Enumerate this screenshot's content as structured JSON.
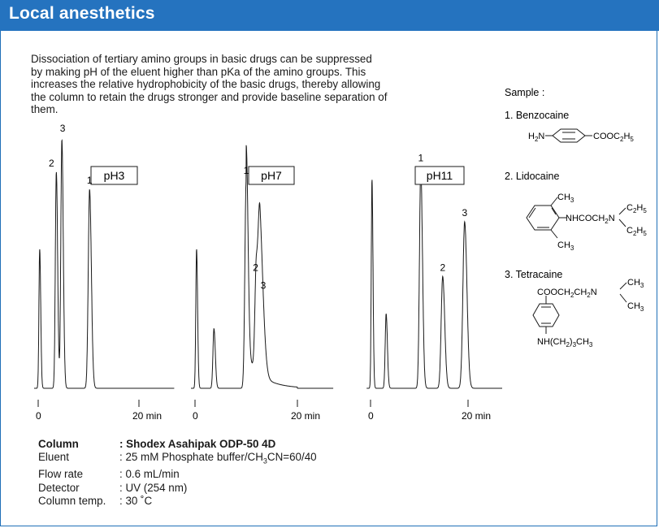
{
  "header": {
    "title": "Local anesthetics"
  },
  "intro": [
    "Dissociation of tertiary amino groups in basic drugs can be suppressed",
    "by making pH of the eluent higher than pKa of the amino groups. This",
    "increases the relative hydrophobicity of the basic drugs, thereby allowing",
    "the column to retain the drugs stronger and provide baseline separation of",
    "them."
  ],
  "sample": {
    "title": "Sample :",
    "items": [
      {
        "label": "1. Benzocaine",
        "structure": [
          "H2N",
          "COOC2H5"
        ]
      },
      {
        "label": "2. Lidocaine",
        "structure": [
          "CH3",
          "NHCOCH2N",
          "C2H5",
          "C2H5",
          "CH3"
        ]
      },
      {
        "label": "3. Tetracaine",
        "structure": [
          "COOCH2CH2N",
          "CH3",
          "CH3",
          "NH(CH2)3CH3"
        ]
      }
    ]
  },
  "chart_data": [
    {
      "type": "line",
      "title": "pH3",
      "x_unit": "min",
      "xlim": [
        0,
        27
      ],
      "x_ticks": [
        0,
        20
      ],
      "x_tick_labels": [
        "0",
        "20 min"
      ],
      "y_axis": "none",
      "peaks": [
        {
          "label": "0",
          "x": 0.3,
          "height": 0.56,
          "shown_label": false
        },
        {
          "label": "2",
          "x": 3.6,
          "height": 0.87
        },
        {
          "label": "3",
          "x": 4.7,
          "height": 1.0
        },
        {
          "label": "1",
          "x": 10.2,
          "height": 0.8
        }
      ]
    },
    {
      "type": "line",
      "title": "pH7",
      "x_unit": "min",
      "xlim": [
        0,
        27
      ],
      "x_ticks": [
        0,
        20
      ],
      "x_tick_labels": [
        "0",
        "20 min"
      ],
      "y_axis": "none",
      "peaks": [
        {
          "label": "0",
          "x": 0.3,
          "height": 0.56,
          "shown_label": false
        },
        {
          "label": "",
          "x": 3.7,
          "height": 0.24,
          "shown_label": false
        },
        {
          "label": "1",
          "x": 10.0,
          "height": 0.84
        },
        {
          "label": "2",
          "x": 12.0,
          "height": 0.45
        },
        {
          "label": "3",
          "x": 12.7,
          "height": 0.41
        }
      ]
    },
    {
      "type": "line",
      "title": "pH11",
      "x_unit": "min",
      "xlim": [
        0,
        27
      ],
      "x_ticks": [
        0,
        20
      ],
      "x_tick_labels": [
        "0",
        "20 min"
      ],
      "y_axis": "none",
      "peaks": [
        {
          "label": "0",
          "x": 0.3,
          "height": 0.84,
          "shown_label": false
        },
        {
          "label": "",
          "x": 3.2,
          "height": 0.3,
          "shown_label": false
        },
        {
          "label": "1",
          "x": 10.3,
          "height": 0.89
        },
        {
          "label": "2",
          "x": 14.8,
          "height": 0.45
        },
        {
          "label": "3",
          "x": 19.3,
          "height": 0.67
        }
      ]
    }
  ],
  "conditions": [
    {
      "label": "Column",
      "value": ": Shodex Asahipak ODP-50 4D",
      "bold": true
    },
    {
      "label": "Eluent",
      "value_parts": [
        ": 25 mM Phosphate buffer/CH",
        "3",
        "CN=60/40"
      ]
    },
    {
      "label": "Flow rate",
      "value": ": 0.6 mL/min"
    },
    {
      "label": "Detector",
      "value": ": UV (254 nm)"
    },
    {
      "label": "Column temp.",
      "value": ": 30 ˚C"
    }
  ]
}
